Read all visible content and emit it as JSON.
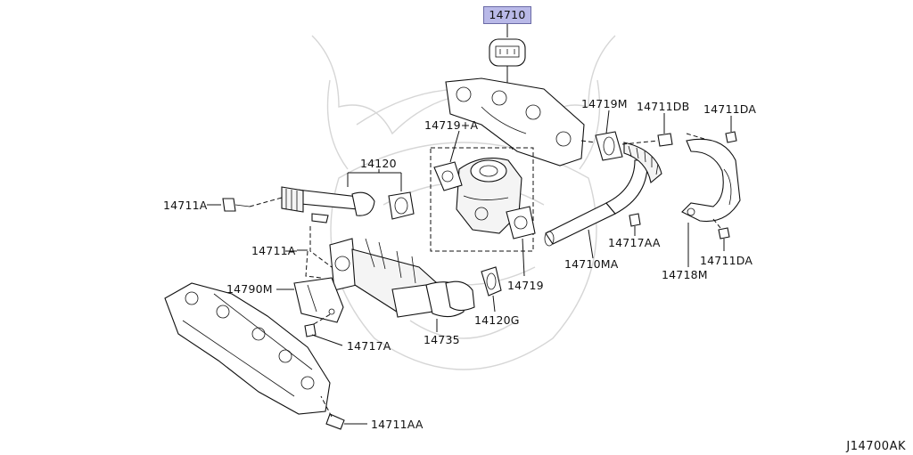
{
  "diagram": {
    "highlight_part": "14710",
    "diagram_code": "J14700AK",
    "labels": [
      {
        "id": "14719+A",
        "text": "14719+A"
      },
      {
        "id": "14120",
        "text": "14120"
      },
      {
        "id": "14711A-1",
        "text": "14711A"
      },
      {
        "id": "14711A-2",
        "text": "14711A"
      },
      {
        "id": "14790M",
        "text": "14790M"
      },
      {
        "id": "14717A",
        "text": "14717A"
      },
      {
        "id": "14735",
        "text": "14735"
      },
      {
        "id": "14120G",
        "text": "14120G"
      },
      {
        "id": "14719",
        "text": "14719"
      },
      {
        "id": "14719M",
        "text": "14719M"
      },
      {
        "id": "14711DB",
        "text": "14711DB"
      },
      {
        "id": "14711DA-1",
        "text": "14711DA"
      },
      {
        "id": "14711DA-2",
        "text": "14711DA"
      },
      {
        "id": "14717AA",
        "text": "14717AA"
      },
      {
        "id": "14710MA",
        "text": "14710MA"
      },
      {
        "id": "14718M",
        "text": "14718M"
      },
      {
        "id": "14711AA",
        "text": "14711AA"
      }
    ],
    "colors": {
      "highlight": "#b9b9e8",
      "line": "#111111",
      "watermark": "#d6d6d6"
    }
  }
}
